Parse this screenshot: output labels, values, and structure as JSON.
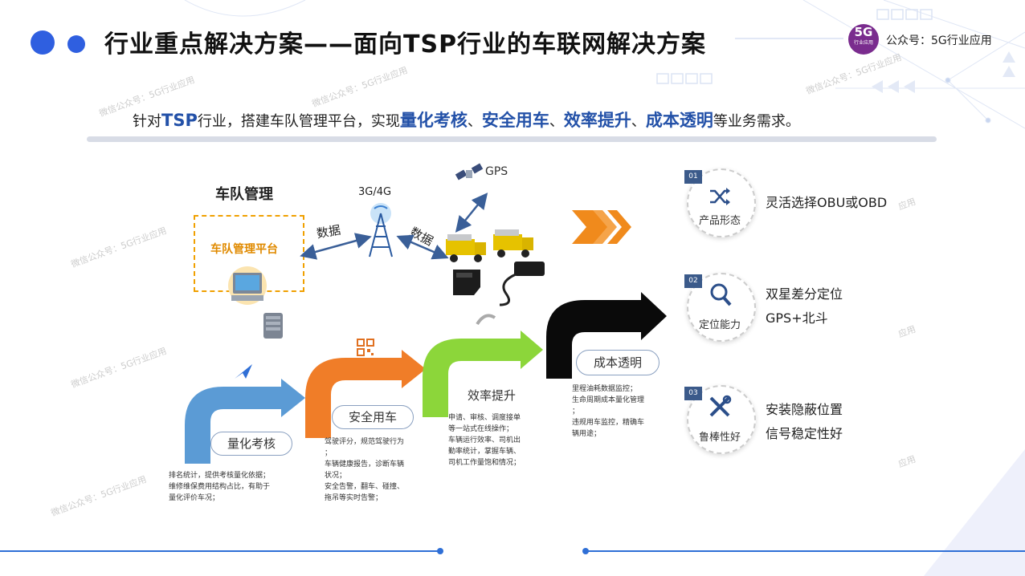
{
  "header": {
    "title": "行业重点解决方案——面向TSP行业的车联网解决方案",
    "brand_logo": "5G",
    "brand_logo_sub": "行业应用",
    "brand_text": "公众号：5G行业应用"
  },
  "subtitle": {
    "part1": "针对",
    "hl_tsp": "TSP",
    "part2": "行业，搭建车队管理平台，实现",
    "hl1": "量化考核",
    "sep1": "、",
    "hl2": "安全用车",
    "sep2": "、",
    "hl3": "效率提升",
    "sep3": "、",
    "hl4": "成本透明",
    "part3": "等业务需求。"
  },
  "diagram": {
    "fleet_label": "车队管理",
    "platform_label": "车队管理平台",
    "network_label": "3G/4G",
    "data_left": "数据",
    "data_right": "数据",
    "gps_label": "GPS"
  },
  "stages": [
    {
      "label": "量化考核",
      "color": "#5b9bd5",
      "desc": [
        "排名统计，提供考核量化依据；",
        "维修维保费用结构占比，有助于",
        "量化评价车况；"
      ]
    },
    {
      "label": "安全用车",
      "color": "#f07d28",
      "desc": [
        "驾驶评分，规范驾驶行为",
        "；",
        "车辆健康报告，诊断车辆",
        "状况；",
        "安全告警，翻车、碰撞、",
        "拖吊等实时告警；"
      ]
    },
    {
      "label": "效率提升",
      "color": "#8cd63a",
      "desc": [
        "申请、审核、调度接单",
        "等一站式在线操作；",
        "车辆运行效率、司机出",
        "勤率统计，掌握车辆、",
        "司机工作量饱和情况；"
      ]
    },
    {
      "label": "成本透明",
      "color": "#111111",
      "desc": [
        "里程油耗数据监控；",
        "生命周期成本量化管理",
        "；",
        "违规用车监控，精确车",
        "辆用途；"
      ]
    }
  ],
  "features": [
    {
      "num": "01",
      "label": "产品形态",
      "icon": "shuffle-icon",
      "desc": [
        "灵活选择OBU或OBD"
      ]
    },
    {
      "num": "02",
      "label": "定位能力",
      "icon": "magnifier-icon",
      "desc": [
        "双星差分定位",
        "GPS+北斗"
      ]
    },
    {
      "num": "03",
      "label": "鲁棒性好",
      "icon": "tools-icon",
      "desc": [
        "安装隐蔽位置",
        "信号稳定性好"
      ]
    }
  ],
  "watermarks": [
    "微信公众号：5G行业应用",
    "应用"
  ],
  "colors": {
    "accent": "#2f5fe0",
    "highlight": "#2351a8",
    "platform": "#e08a00",
    "chevron": "#f08a1c"
  }
}
